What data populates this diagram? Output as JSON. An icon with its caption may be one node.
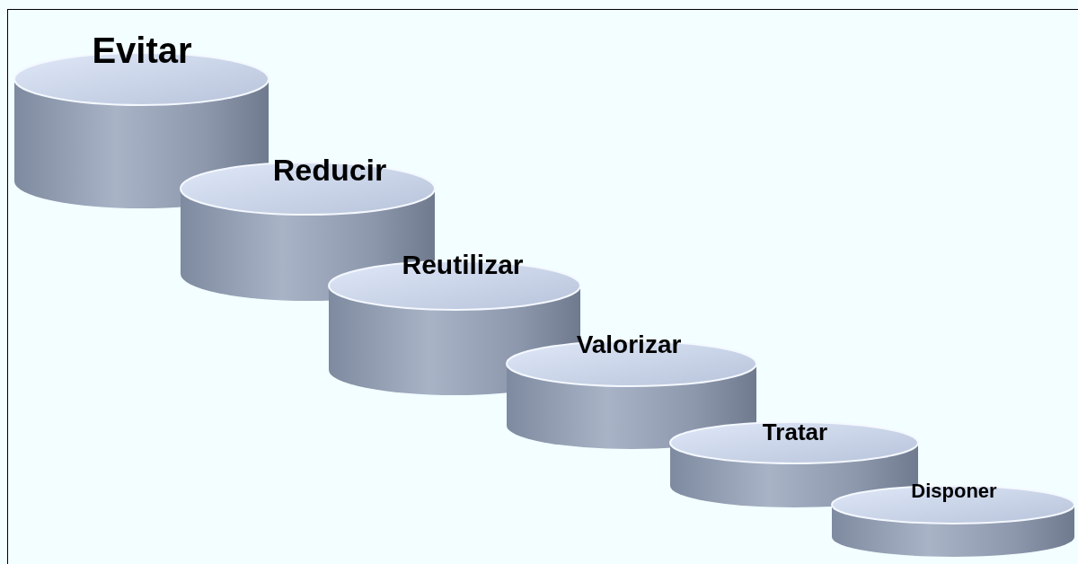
{
  "diagram": {
    "nodes": [
      {
        "text": [
          "Evitar"
        ]
      },
      {
        "text": [
          "Reducir"
        ]
      },
      {
        "text": [
          "Reutilizar"
        ]
      },
      {
        "text": [
          "Valorizar"
        ]
      },
      {
        "text": [
          "Tratar"
        ]
      },
      {
        "text": [
          "Disponer"
        ]
      }
    ]
  }
}
